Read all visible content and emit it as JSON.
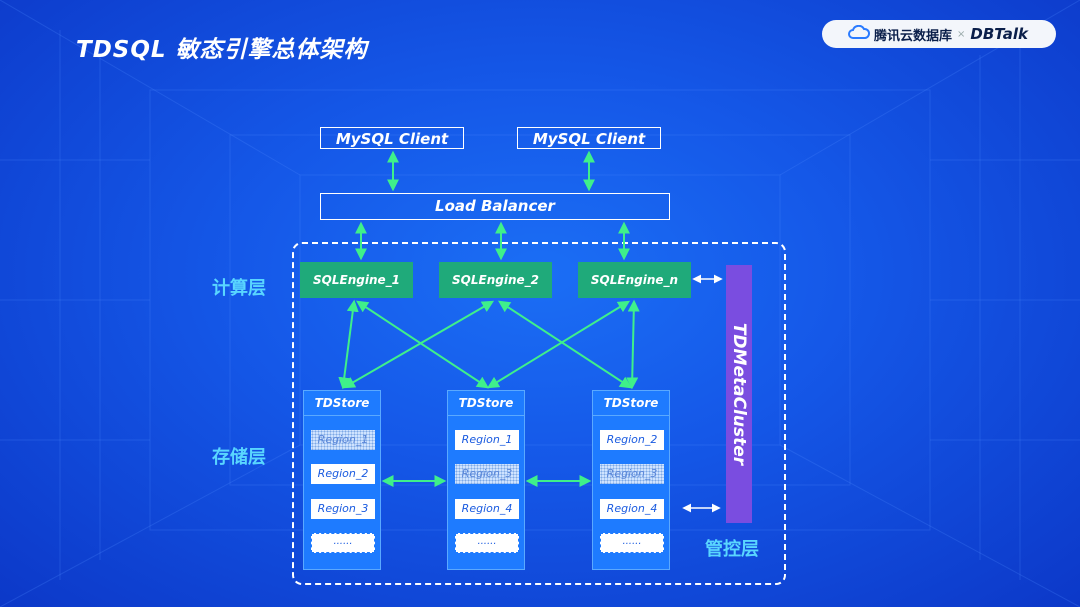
{
  "title": "TDSQL 敏态引擎总体架构",
  "logo": {
    "brand_cn": "腾讯云数据库",
    "separator": "×",
    "brand_en": "DBTalk",
    "cloud_icon": "cloud-icon"
  },
  "clients": [
    {
      "label": "MySQL Client"
    },
    {
      "label": "MySQL Client"
    }
  ],
  "load_balancer": "Load Balancer",
  "engines": [
    {
      "label": "SQLEngine_1"
    },
    {
      "label": "SQLEngine_2"
    },
    {
      "label": "SQLEngine_n"
    }
  ],
  "layers": {
    "compute": "计算层",
    "storage": "存储层",
    "control": "管控层"
  },
  "meta_cluster": "TDMetaCluster",
  "stores": [
    {
      "label": "TDStore",
      "regions": [
        {
          "label": "Region_1",
          "style": "dotted"
        },
        {
          "label": "Region_2",
          "style": "solid"
        },
        {
          "label": "Region_3",
          "style": "solid"
        },
        {
          "label": "......",
          "style": "dashed"
        }
      ]
    },
    {
      "label": "TDStore",
      "regions": [
        {
          "label": "Region_1",
          "style": "solid"
        },
        {
          "label": "Region_3",
          "style": "dotted"
        },
        {
          "label": "Region_4",
          "style": "solid"
        },
        {
          "label": "......",
          "style": "dashed"
        }
      ]
    },
    {
      "label": "TDStore",
      "regions": [
        {
          "label": "Region_2",
          "style": "solid"
        },
        {
          "label": "Region_3",
          "style": "dotted"
        },
        {
          "label": "Region_4",
          "style": "solid"
        },
        {
          "label": "......",
          "style": "dashed"
        }
      ]
    }
  ],
  "colors": {
    "background": "#1558e8",
    "engine": "#1faa7a",
    "meta": "#7a4de0",
    "store": "#1e7bff",
    "arrow": "#3ff08a",
    "layer_text": "#59d6ff"
  }
}
